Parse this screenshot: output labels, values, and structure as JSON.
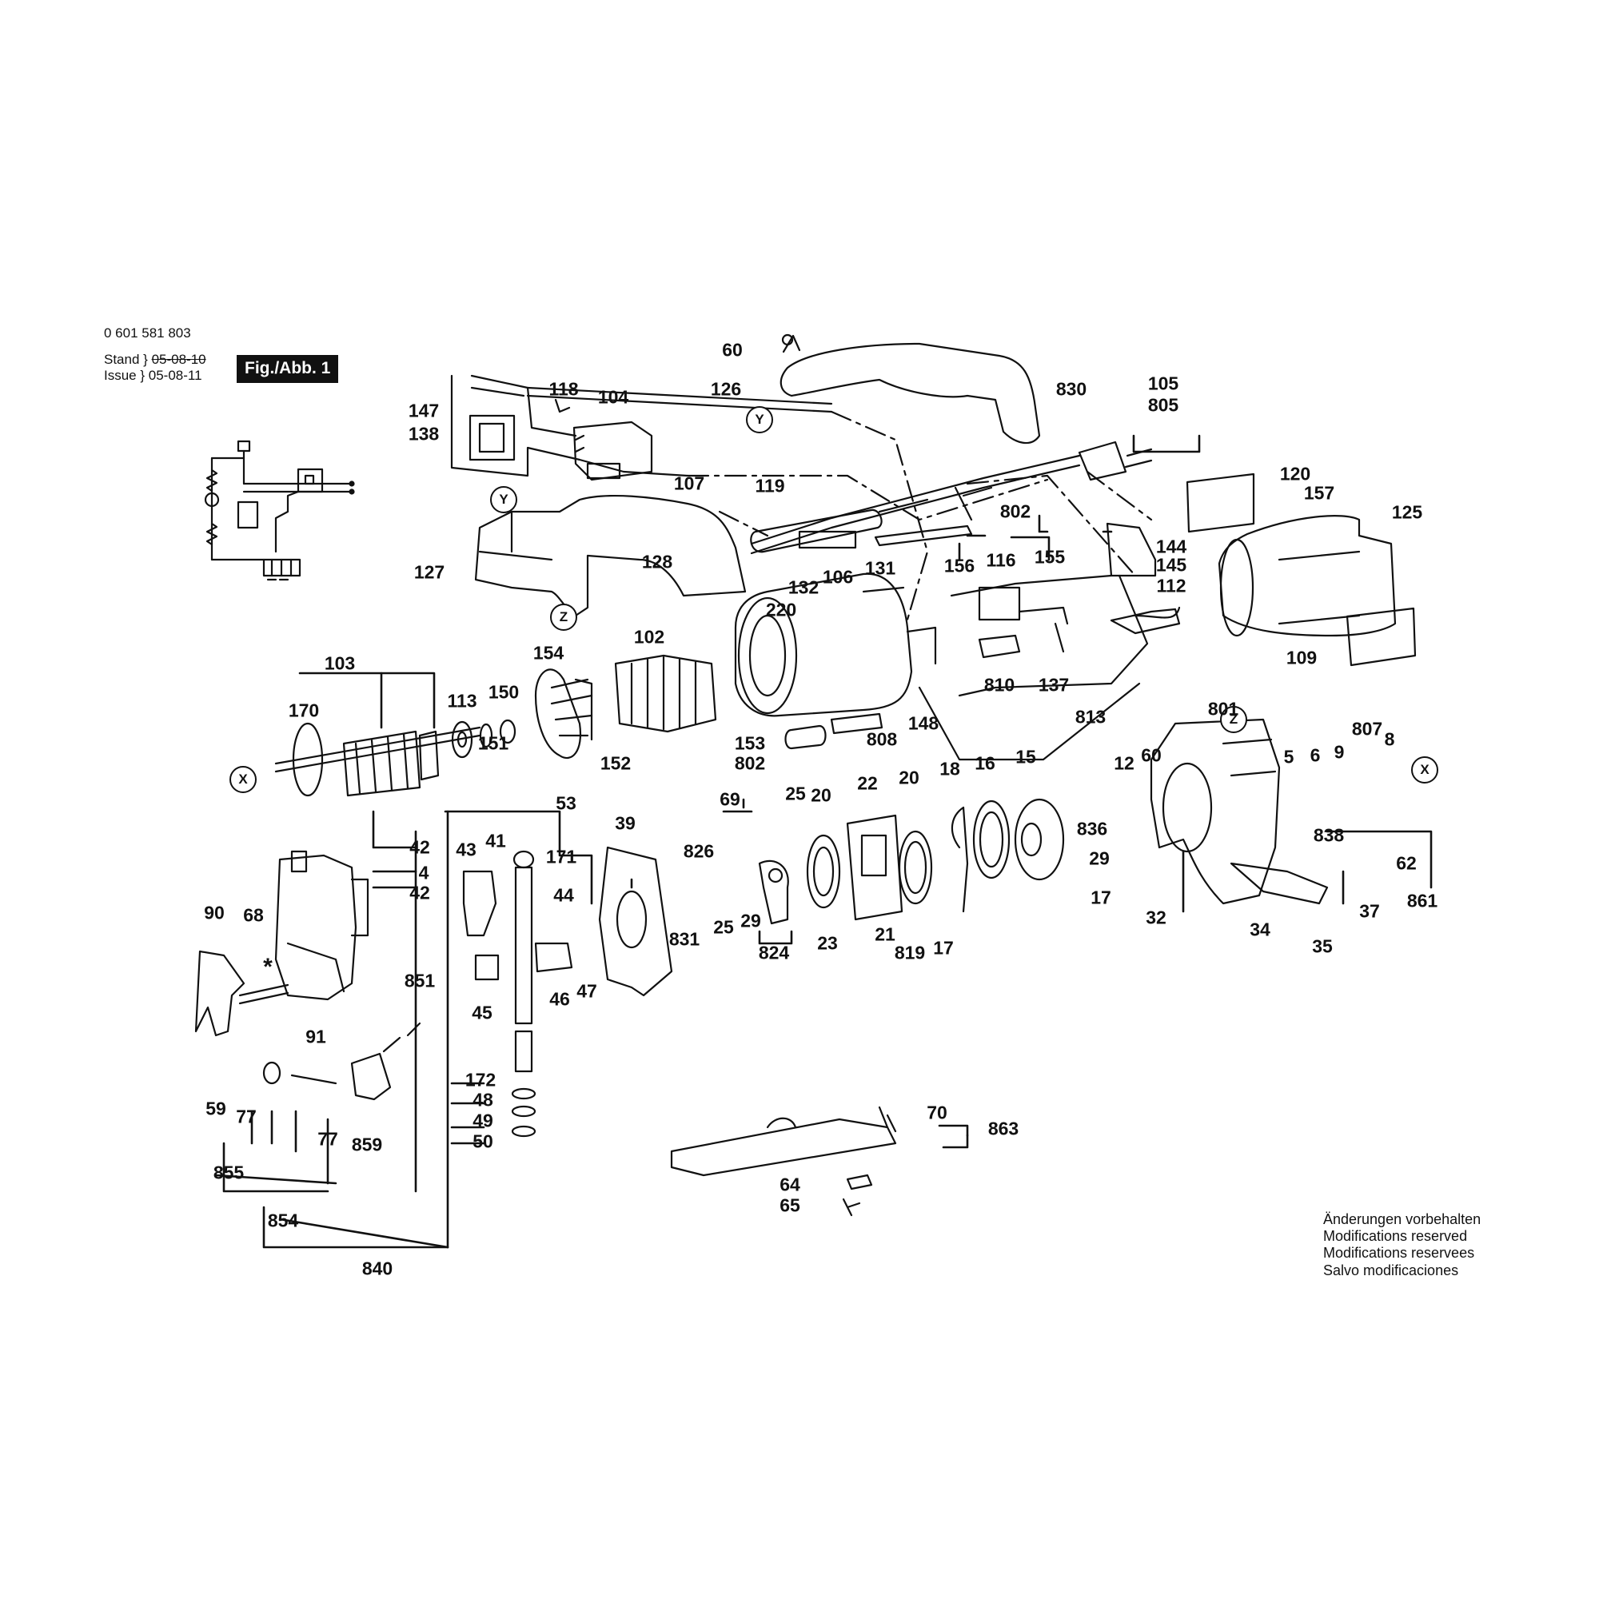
{
  "header": {
    "doc_number": "0 601 581 803",
    "stand_label": "Stand",
    "stand_old_date": "05-08-10",
    "issue_label": "Issue",
    "issue_date": "05-08-11",
    "fig_tag": "Fig./Abb. 1"
  },
  "notice": {
    "de": "Änderungen vorbehalten",
    "en": "Modifications reserved",
    "fr": "Modifications reservees",
    "es": "Salvo modificaciones"
  },
  "refs": {
    "x": "X",
    "y": "Y",
    "z": "Z"
  },
  "star": "*",
  "parts": [
    "60",
    "126",
    "830",
    "105",
    "805",
    "118",
    "104",
    "147",
    "138",
    "107",
    "119",
    "120",
    "157",
    "125",
    "127",
    "128",
    "106",
    "131",
    "802",
    "156",
    "116",
    "155",
    "144",
    "145",
    "112",
    "132",
    "220",
    "109",
    "103",
    "154",
    "102",
    "810",
    "137",
    "170",
    "113",
    "150",
    "151",
    "152",
    "153",
    "802",
    "808",
    "148",
    "813",
    "801",
    "5",
    "6",
    "9",
    "807",
    "8",
    "69",
    "39",
    "826",
    "25",
    "29",
    "824",
    "831",
    "20",
    "22",
    "20",
    "18",
    "16",
    "15",
    "12",
    "60",
    "836",
    "29",
    "17",
    "32",
    "838",
    "62",
    "861",
    "34",
    "35",
    "37",
    "25",
    "23",
    "21",
    "819",
    "17",
    "42",
    "4",
    "42",
    "68",
    "90",
    "91",
    "43",
    "41",
    "53",
    "171",
    "44",
    "45",
    "46",
    "47",
    "851",
    "59",
    "77",
    "77",
    "859",
    "855",
    "854",
    "840",
    "172",
    "48",
    "49",
    "50",
    "70",
    "863",
    "64",
    "65"
  ]
}
